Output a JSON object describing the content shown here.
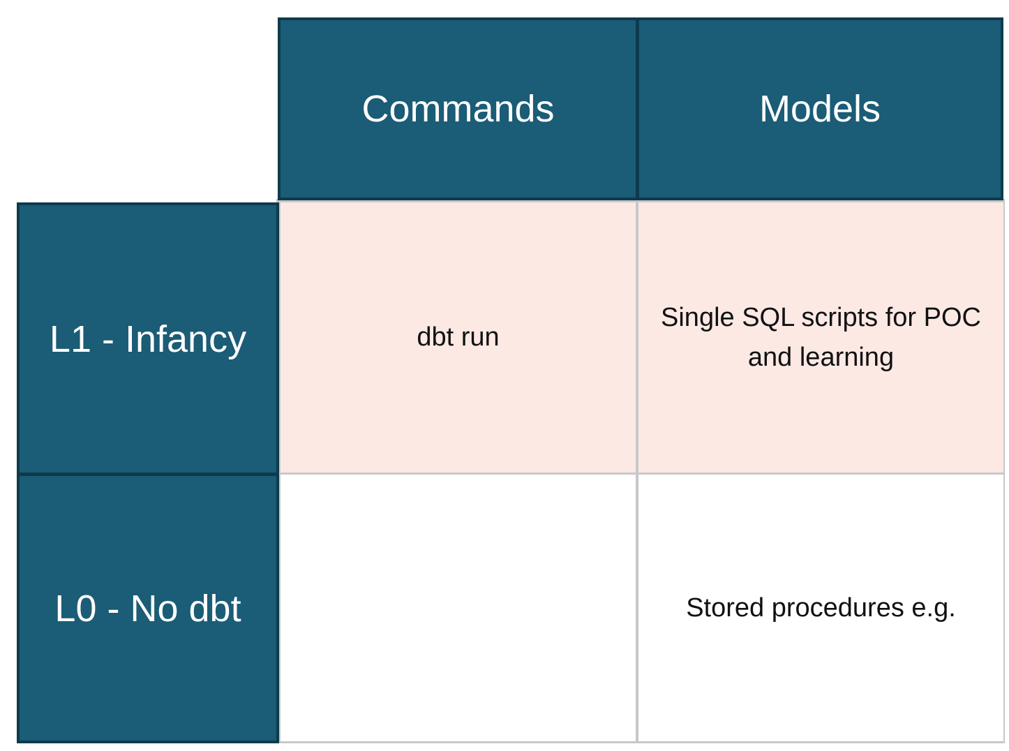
{
  "matrix": {
    "column_headers": [
      "Commands",
      "Models"
    ],
    "row_headers": [
      "L1 - Infancy",
      "L0 - No dbt"
    ],
    "cells": {
      "l1_commands": {
        "lines": [
          "dbt run"
        ]
      },
      "l1_models": {
        "lines": [
          "Single SQL scripts for POC",
          "and learning"
        ]
      },
      "l0_commands": {
        "lines": []
      },
      "l0_models": {
        "lines": [
          "Stored procedures e.g."
        ]
      }
    },
    "colors": {
      "header_fill": "#1b5c76",
      "header_border": "#0d3b4d",
      "header_text": "#ffffff",
      "l1_row_fill": "#fce9e4",
      "l0_row_fill": "#ffffff",
      "gridline": "#c8c8c8",
      "body_text": "#111111"
    }
  }
}
